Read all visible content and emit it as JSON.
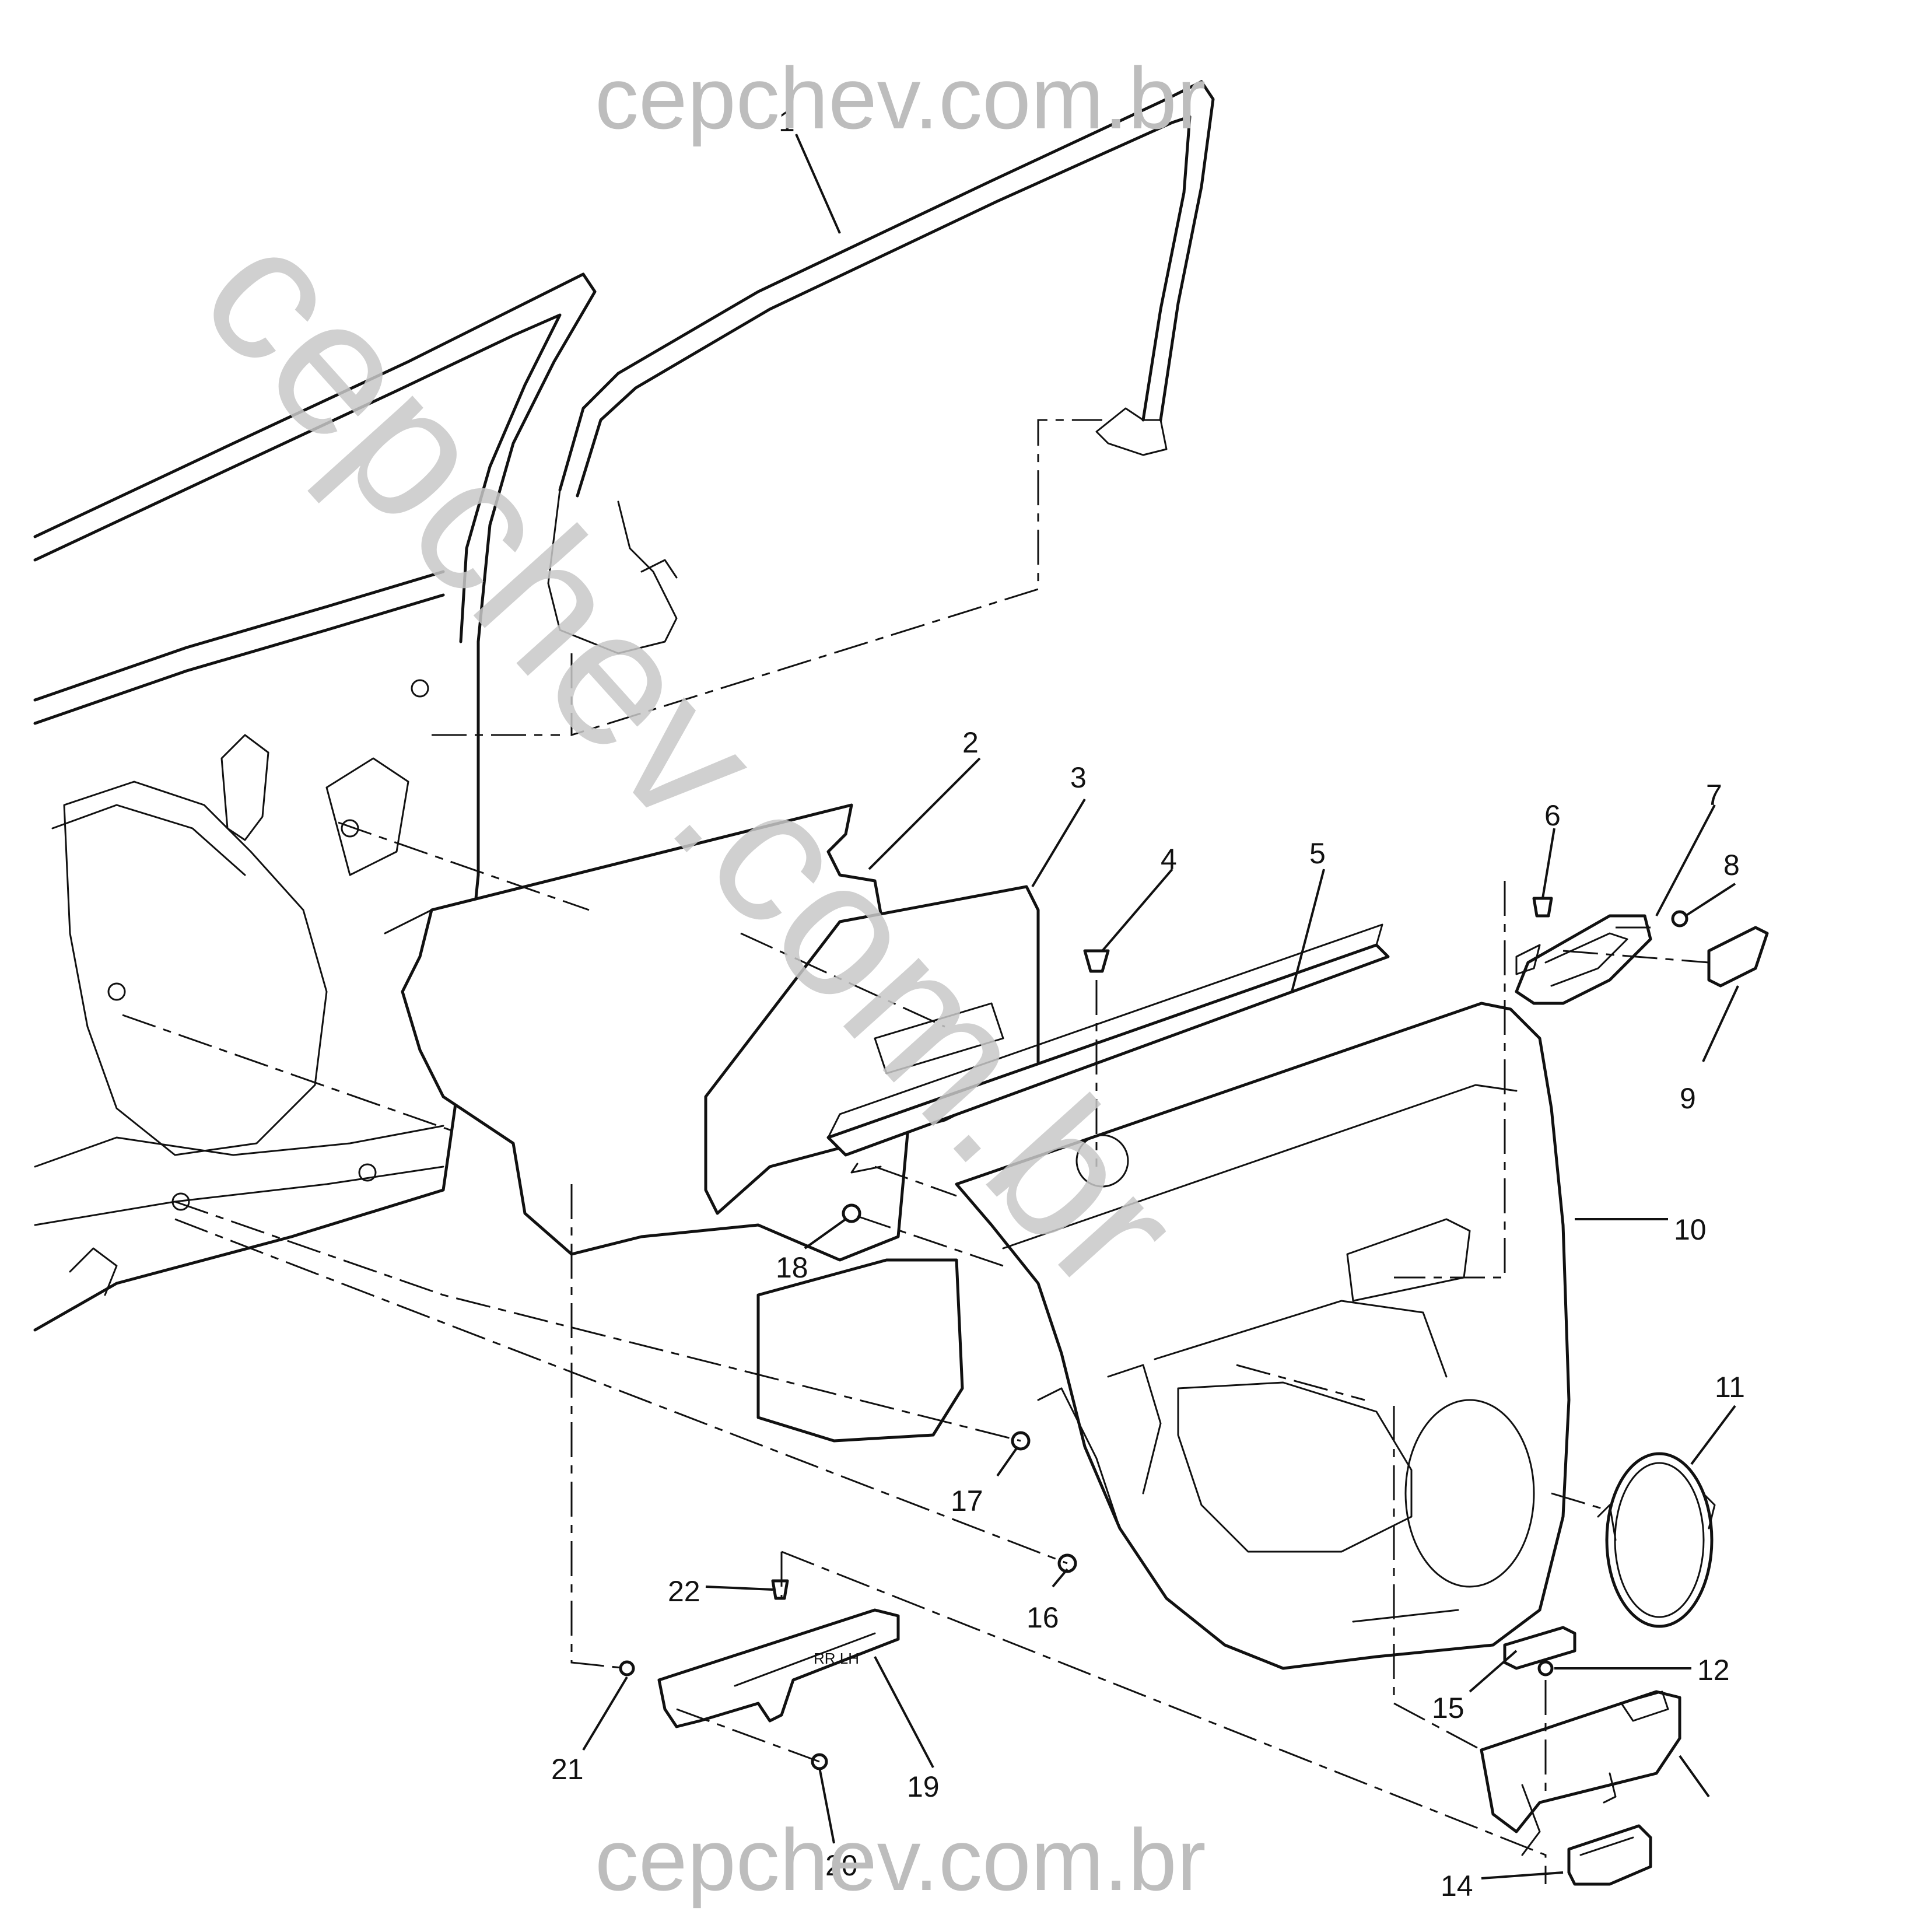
{
  "watermark": {
    "top": "cepchev.com.br",
    "bottom": "cepchev.com.br",
    "diagonal": "cepchev.com.br"
  },
  "callouts": [
    "1",
    "2",
    "3",
    "4",
    "5",
    "6",
    "7",
    "8",
    "9",
    "10",
    "11",
    "12",
    "14",
    "15",
    "16",
    "17",
    "18",
    "19",
    "20",
    "21",
    "22"
  ],
  "part_label": "RR LH",
  "colors": {
    "line": "#111111",
    "watermark": "#bdbdbd",
    "background": "#ffffff"
  }
}
